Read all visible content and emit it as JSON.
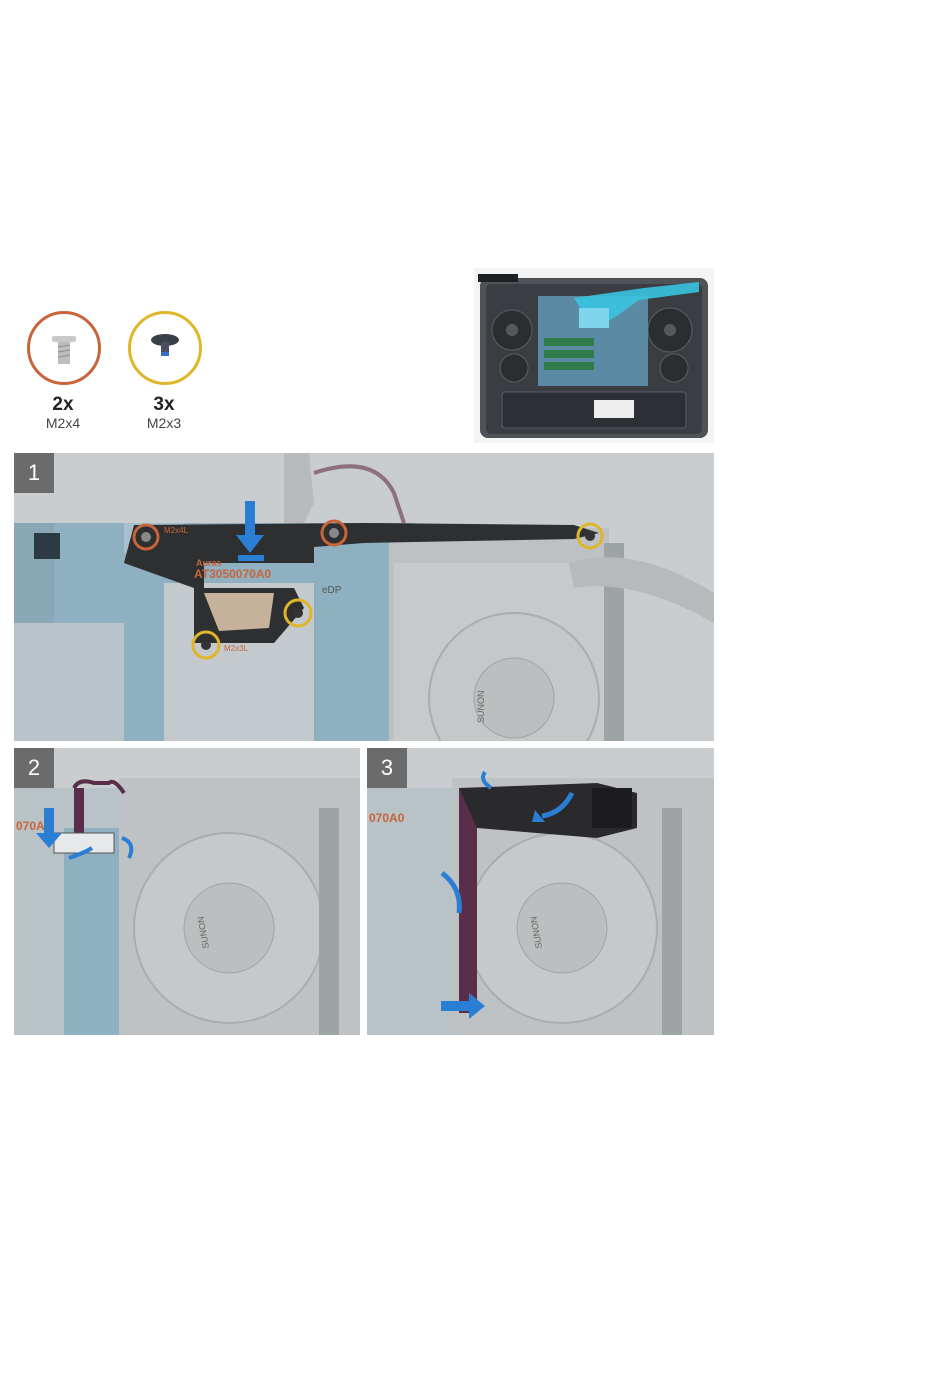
{
  "screws": [
    {
      "count": "2x",
      "size": "M2x4",
      "ring_color": "#c8643a"
    },
    {
      "count": "3x",
      "size": "M2x3",
      "ring_color": "#e0b52a"
    }
  ],
  "steps": [
    {
      "number": "1"
    },
    {
      "number": "2"
    },
    {
      "number": "3"
    }
  ],
  "bracket_labels": {
    "brand": "Auras",
    "part_number": "AT3050070A0",
    "screw_m2x4": "M2x4L",
    "screw_m2x3": "M2x3L",
    "edp": "eDP",
    "fan_brand": "SUNON"
  },
  "panel2_labels": {
    "part_fragment": "070A0"
  },
  "panel3_labels": {
    "part_fragment": "070A0"
  },
  "colors": {
    "arrow_blue": "#2a7fd4",
    "cable_purple": "#5a2e4a",
    "board_blue": "#6a9bb0",
    "highlight_cyan": "#3ac3e0"
  }
}
